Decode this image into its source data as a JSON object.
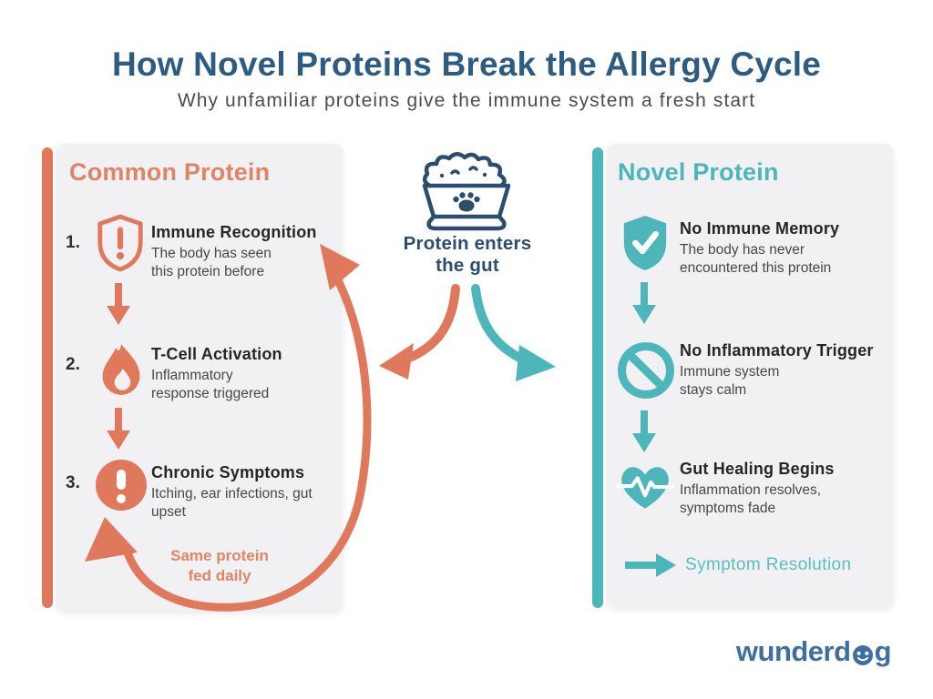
{
  "header": {
    "title": "How Novel Proteins Break the Allergy Cycle",
    "subtitle": "Why unfamiliar proteins give the immune system a fresh start"
  },
  "center": {
    "icon": "dog-bowl-icon",
    "label": "Protein enters the gut"
  },
  "left_panel": {
    "heading": "Common Protein",
    "steps": [
      {
        "num": "1.",
        "icon": "shield-alert-icon",
        "title": "Immune Recognition",
        "desc": "The body has seen this protein before"
      },
      {
        "num": "2.",
        "icon": "flame-icon",
        "title": "T-Cell Activation",
        "desc": "Inflammatory response triggered"
      },
      {
        "num": "3.",
        "icon": "alert-circle-icon",
        "title": "Chronic Symptoms",
        "desc": "Itching, ear infections, gut upset"
      }
    ],
    "cycle_label": "Same protein fed daily"
  },
  "right_panel": {
    "heading": "Novel Protein",
    "steps": [
      {
        "icon": "shield-check-icon",
        "title": "No Immune Memory",
        "desc": "The body has never encountered this protein"
      },
      {
        "icon": "no-entry-icon",
        "title": "No Inflammatory Trigger",
        "desc": "Immune system stays calm"
      },
      {
        "icon": "heart-pulse-icon",
        "title": "Gut Healing Begins",
        "desc": "Inflammation resolves, symptoms fade"
      }
    ],
    "footer_label": "Symptom Resolution"
  },
  "logo": {
    "part1": "wunderd",
    "part2": "g"
  },
  "colors": {
    "title_navy": "#2d5c82",
    "subtitle_gray": "#4c4c4c",
    "orange": "#e0795c",
    "orange_text": "#e08466",
    "teal": "#4cb6ba",
    "teal_text": "#58bec3",
    "panel_bg": "#f1f1f4",
    "navy": "#2b4d6e",
    "logo_blue": "#3e6fa0",
    "step_title": "#262626",
    "step_desc": "#474747"
  }
}
